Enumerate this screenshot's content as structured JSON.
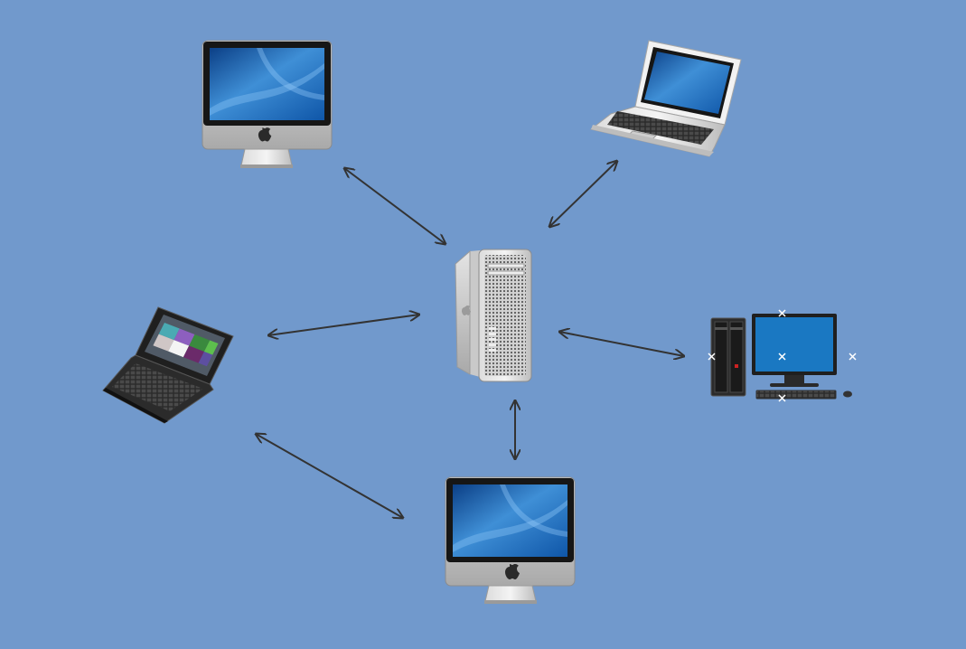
{
  "diagram": {
    "background_color": "#7199cc",
    "connector_color": "#333333",
    "nodes": [
      {
        "id": "server",
        "icon": "mac-pro-tower-server-icon"
      },
      {
        "id": "imac_top",
        "icon": "imac-desktop-icon"
      },
      {
        "id": "laptop_top_right",
        "icon": "silver-laptop-icon"
      },
      {
        "id": "netbook_left",
        "icon": "black-netbook-icon"
      },
      {
        "id": "pc_right",
        "icon": "desktop-pc-tower-monitor-icon",
        "selected": true
      },
      {
        "id": "imac_bottom",
        "icon": "imac-desktop-icon"
      }
    ],
    "connections": [
      {
        "from": "server",
        "to": "imac_top",
        "direction": "bidirectional"
      },
      {
        "from": "server",
        "to": "laptop_top_right",
        "direction": "bidirectional"
      },
      {
        "from": "server",
        "to": "netbook_left",
        "direction": "bidirectional"
      },
      {
        "from": "server",
        "to": "pc_right",
        "direction": "bidirectional"
      },
      {
        "from": "server",
        "to": "imac_bottom",
        "direction": "bidirectional"
      },
      {
        "from": "netbook_left",
        "to": "imac_bottom",
        "direction": "bidirectional"
      }
    ]
  }
}
